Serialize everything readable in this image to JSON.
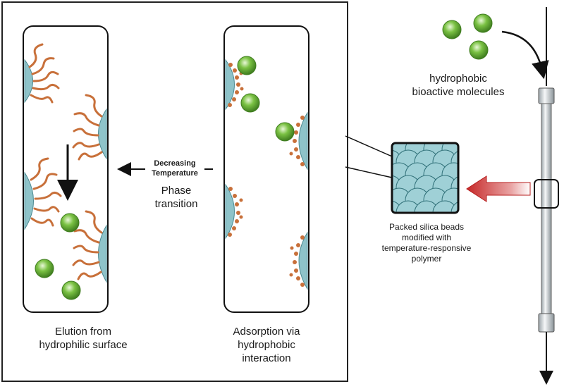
{
  "labels": {
    "elution_line1": "Elution from",
    "elution_line2": "hydrophilic surface",
    "adsorption_line1": "Adsorption via",
    "adsorption_line2": "hydrophobic",
    "adsorption_line3": "interaction",
    "decreasing_line1": "Decreasing",
    "decreasing_line2": "Temperature",
    "phase_line1": "Phase",
    "phase_line2": "transition",
    "molecules_line1": "hydrophobic",
    "molecules_line2": "bioactive molecules",
    "beads_line1": "Packed silica beads",
    "beads_line2": "modified with",
    "beads_line3": "temperature-responsive",
    "beads_line4": "polymer"
  },
  "colors": {
    "polymer_chain": "#c8703a",
    "molecule_fill": "#7ac143",
    "molecule_edge": "#3f7d1f",
    "bead_fill": "#9fd0d6",
    "surface_fill": "#8ec3c9",
    "flow_arrow": "#c62828",
    "column_tube": "#d9dde0"
  },
  "icons": {
    "molecule": "green-sphere-icon",
    "flow": "down-arrow-icon",
    "heat": "red-arrow-icon"
  }
}
